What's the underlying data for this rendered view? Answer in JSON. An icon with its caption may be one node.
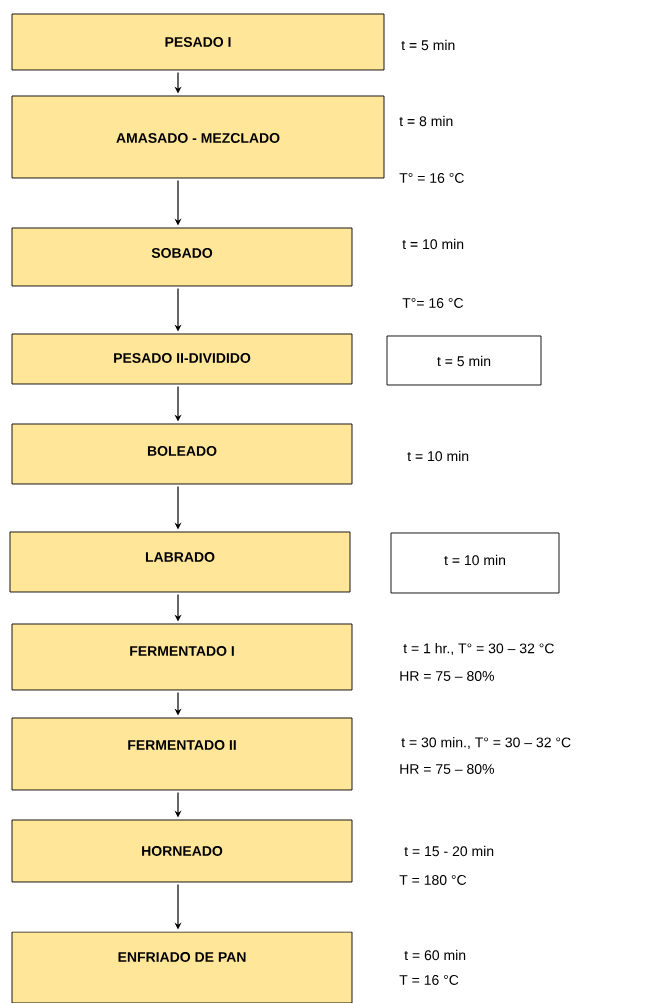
{
  "diagram": {
    "nodes": [
      {
        "text": [
          "PESADO I"
        ],
        "beside": [
          "t = 5 min"
        ]
      },
      {
        "text": [
          "AMASADO - MEZCLADO"
        ],
        "beside": [
          "t = 8 min",
          "T° = 16 °C"
        ]
      },
      {
        "text": [
          "SOBADO"
        ],
        "beside": [
          "t = 10 min"
        ]
      },
      {
        "text": [
          "PESADO II-DIVIDIDO"
        ]
      },
      {
        "text": [
          "t = 5 min"
        ]
      },
      {
        "text": [
          "BOLEADO"
        ],
        "beside": [
          "t = 10 min"
        ]
      },
      {
        "text": [
          "LABRADO"
        ]
      },
      {
        "text": [
          "t = 10 min"
        ]
      },
      {
        "text": [
          "FERMENTADO I"
        ],
        "beside": [
          "t = 1 hr., T° = 30 – 32 °C",
          "HR = 75 – 80%"
        ]
      },
      {
        "text": [
          "FERMENTADO II"
        ],
        "beside": [
          "t = 30 min., T° = 30 – 32 °C",
          "HR = 75 – 80%"
        ]
      },
      {
        "text": [
          "HORNEADO"
        ],
        "beside": [
          "t = 15 - 20 min",
          "T = 180 °C"
        ]
      },
      {
        "text": [
          "ENFRIADO DE PAN"
        ],
        "beside": [
          "t = 60 min",
          "T = 16 °C"
        ]
      }
    ],
    "edges": [
      {
        "from": 0,
        "to": 1,
        "arrow": "to"
      },
      {
        "from": 1,
        "to": 2,
        "arrow": "to"
      },
      {
        "from": 2,
        "to": 3,
        "arrow": "to"
      },
      {
        "from": 3,
        "to": 5,
        "arrow": "to"
      },
      {
        "from": 5,
        "to": 6,
        "arrow": "to"
      },
      {
        "from": 6,
        "to": 8,
        "arrow": "to"
      },
      {
        "from": 8,
        "to": 9,
        "arrow": "to"
      },
      {
        "from": 9,
        "to": 10,
        "arrow": "to"
      },
      {
        "from": 10,
        "to": 11,
        "arrow": "to"
      }
    ],
    "labels": [
      "T°= 16 °C"
    ]
  }
}
